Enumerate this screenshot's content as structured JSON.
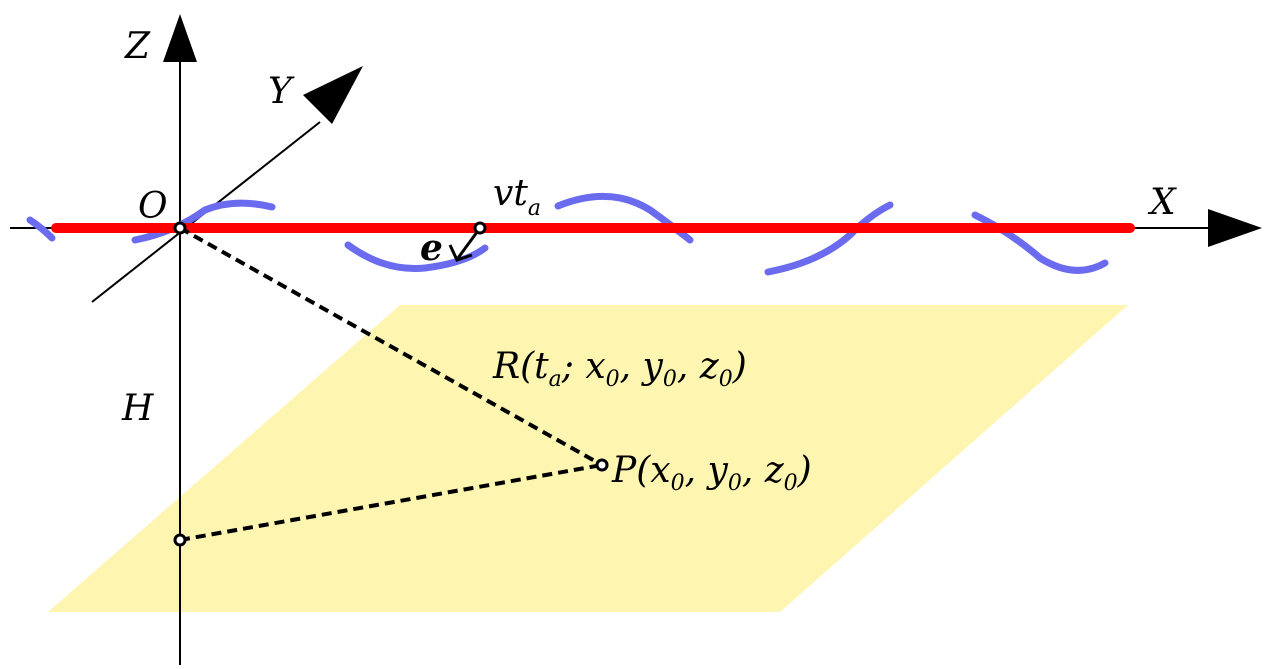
{
  "labels": {
    "z_axis": "Z",
    "y_axis": "Y",
    "x_axis": "X",
    "origin": "O",
    "velocity_main": "vt",
    "velocity_sub": "a",
    "unit_vector": "e",
    "height": "H",
    "range_R": "R(t",
    "range_sub_a": "a",
    "range_mid": "; x",
    "range_sub_0a": "0",
    "range_y": ", y",
    "range_sub_0b": "0",
    "range_z": ", z",
    "range_sub_0c": "0",
    "range_close": ")",
    "point_P": "P(x",
    "p_sub_x": "0",
    "p_y": ", y",
    "p_sub_y": "0",
    "p_z": ", z",
    "p_sub_z": "0",
    "p_close": ")"
  },
  "colors": {
    "track": "#ff0000",
    "wave": "#6b6bf0",
    "plane": "#fdf5b0",
    "axis": "#000000"
  }
}
